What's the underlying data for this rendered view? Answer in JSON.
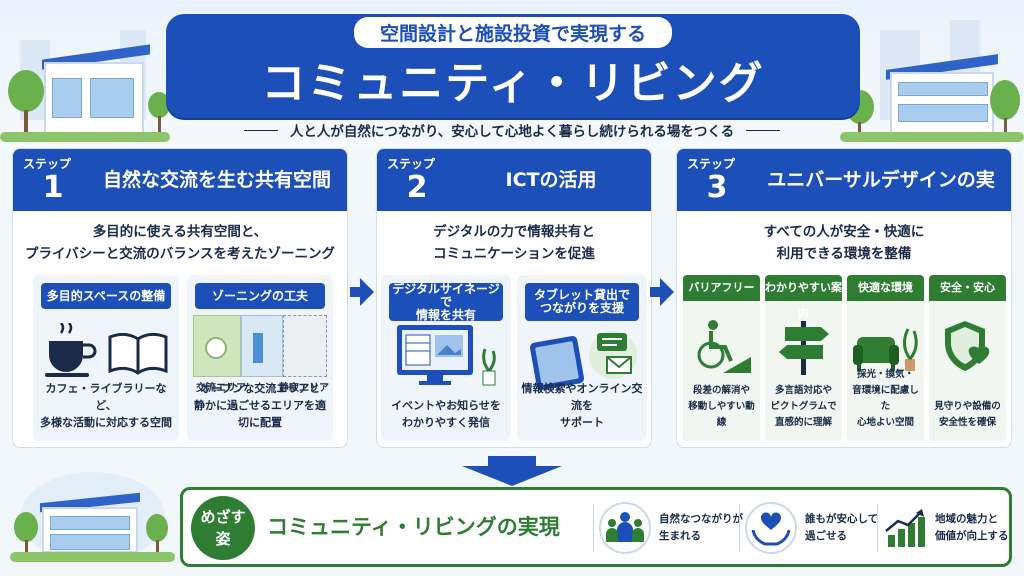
{
  "banner": {
    "subtitle": "空間設計と施設投資で実現する",
    "title": "コミュニティ・リビング",
    "tagline": "人と人が自然につながり、安心して心地よく暮らし続けられる場をつくる"
  },
  "steps": [
    {
      "label": "ステップ",
      "number": "1",
      "title": "自然な交流を生む共有空間",
      "desc_line1": "多目的に使える共有空間と、",
      "desc_line2": "プライバシーと交流のバランスを考えたゾーニング",
      "subs": [
        {
          "head": "多目的スペースの整備",
          "text_line1": "カフェ・ライブラリーなど、",
          "text_line2": "多様な活動に対応する空間"
        },
        {
          "head": "ゾーニングの工夫",
          "zone_a": "交流エリア",
          "zone_b": "静寂エリア",
          "text_line1": "オープンな交流エリアと",
          "text_line2": "静かに過ごせるエリアを適切に配置"
        }
      ]
    },
    {
      "label": "ステップ",
      "number": "2",
      "title": "ICTの活用",
      "desc_line1": "デジタルの力で情報共有と",
      "desc_line2": "コミュニケーションを促進",
      "subs": [
        {
          "head_line1": "デジタルサイネージで",
          "head_line2": "情報を共有",
          "text_line1": "イベントやお知らせを",
          "text_line2": "わかりやすく発信"
        },
        {
          "head_line1": "タブレット貸出で",
          "head_line2": "つながりを支援",
          "text_line1": "情報検索やオンライン交流を",
          "text_line2": "サポート"
        }
      ]
    },
    {
      "label": "ステップ",
      "number": "3",
      "title": "ユニバーサルデザインの実現",
      "desc_line1": "すべての人が安全・快適に",
      "desc_line2": "利用できる環境を整備",
      "cards": [
        {
          "head": "バリアフリー",
          "icon": "wheelchair-icon",
          "text_line1": "段差の解消や",
          "text_line2": "移動しやすい動線"
        },
        {
          "head": "わかりやすい案内",
          "icon": "signpost-icon",
          "text_line1": "多言語対応や",
          "text_line2": "ピクトグラムで",
          "text_line3": "直感的に理解"
        },
        {
          "head": "快適な環境",
          "icon": "armchair-icon",
          "text_line1": "採光・換気・",
          "text_line2": "音環境に配慮した",
          "text_line3": "心地よい空間"
        },
        {
          "head": "安全・安心",
          "icon": "shield-heart-icon",
          "text_line1": "見守りや設備の",
          "text_line2": "安全性を確保"
        }
      ]
    }
  ],
  "goal": {
    "badge_line1": "めざす",
    "badge_line2": "姿",
    "title": "コミュニティ・リビングの実現",
    "outcomes": [
      {
        "icon": "people-icon",
        "line1": "自然なつながりが",
        "line2": "生まれる"
      },
      {
        "icon": "heart-hands-icon",
        "line1": "誰もが安心して",
        "line2": "過ごせる"
      },
      {
        "icon": "growth-chart-icon",
        "line1": "地域の魅力と",
        "line2": "価値が向上する"
      }
    ]
  },
  "colors": {
    "primary_blue": "#1d4fb8",
    "green": "#2e7d32",
    "background": "#f2f7fc"
  }
}
